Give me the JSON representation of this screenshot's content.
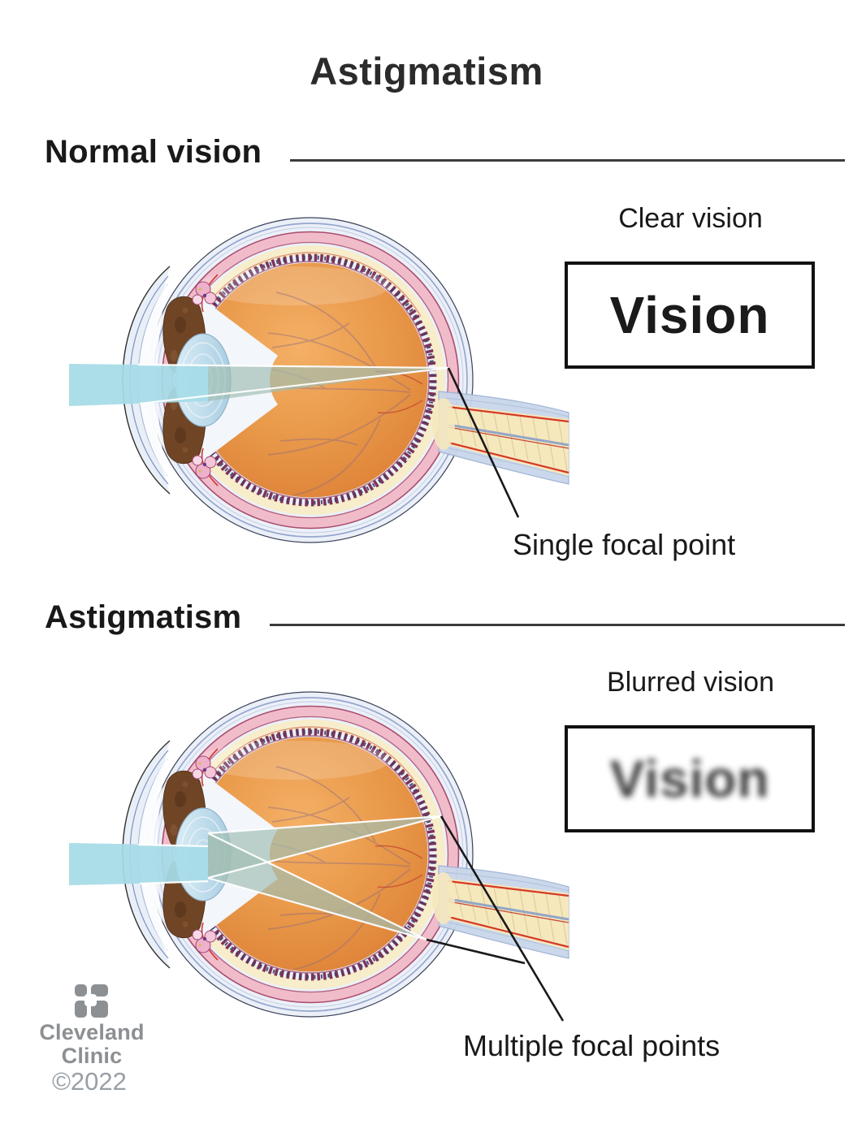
{
  "title": "Astigmatism",
  "sections": [
    {
      "id": "normal",
      "heading": "Normal vision",
      "result_label": "Clear vision",
      "sample_word": "Vision",
      "focal_label": "Single focal point"
    },
    {
      "id": "astigmatism",
      "heading": "Astigmatism",
      "result_label": "Blurred vision",
      "sample_word": "Vision",
      "focal_label": "Multiple focal points"
    }
  ],
  "footer": {
    "brand_top": "Cleveland",
    "brand_bottom": "Clinic",
    "copyright": "©2022"
  },
  "colors": {
    "text": "#191919",
    "rule": "#3c3c3c",
    "light_beam_cyan": "#a6dbe7",
    "beam_inside_eye": "#a0beb2",
    "eye_interior_orange": "#e1873c",
    "sclera_blue": "#ebf0f8",
    "choroid_pink": "#f1bcca",
    "retina_cream": "#f7edca",
    "iris_brown": "#6f4526",
    "optic_nerve_yellow": "#f5e8bd",
    "brand_gray": "#8d9093"
  }
}
